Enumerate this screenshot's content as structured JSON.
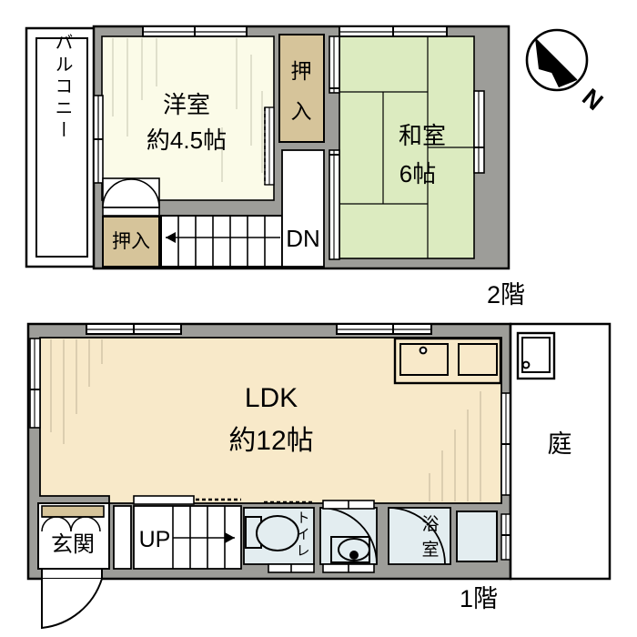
{
  "plan": {
    "title_floor2": "2階",
    "title_floor1": "1階",
    "compass": {
      "label": "N",
      "icon": "compass-north-icon"
    }
  },
  "floor2": {
    "label": "2階",
    "rooms": [
      {
        "id": "balcony",
        "name": "バルコニー",
        "type": "balcony",
        "color": "#ffffff"
      },
      {
        "id": "western-room",
        "name": "洋室",
        "size": "約4.5帖",
        "type": "western",
        "color": "#fbfbe8"
      },
      {
        "id": "japanese-room",
        "name": "和室",
        "size": "6帖",
        "type": "tatami",
        "color": "#dcebc0"
      },
      {
        "id": "closet-upper",
        "name": "押入",
        "type": "closet",
        "color": "#d6c49a"
      },
      {
        "id": "closet-lower",
        "name": "押入",
        "type": "closet",
        "color": "#d6c49a"
      },
      {
        "id": "stairs-down",
        "name": "DN",
        "type": "stairs",
        "direction": "down"
      }
    ]
  },
  "floor1": {
    "label": "1階",
    "rooms": [
      {
        "id": "ldk",
        "name": "LDK",
        "size": "約12帖",
        "type": "living",
        "color": "#f8e9c9"
      },
      {
        "id": "entrance",
        "name": "玄関",
        "type": "entrance",
        "color": "#ffffff"
      },
      {
        "id": "stairs-up",
        "name": "UP",
        "type": "stairs",
        "direction": "up"
      },
      {
        "id": "toilet",
        "name": "トイレ",
        "type": "toilet",
        "color": "#e3edf0"
      },
      {
        "id": "washroom",
        "name": "",
        "type": "washroom",
        "color": "#e3edf0"
      },
      {
        "id": "bathroom",
        "name": "浴室",
        "type": "bath",
        "color": "#e3edf0"
      },
      {
        "id": "garden",
        "name": "庭",
        "type": "garden",
        "color": "#ffffff"
      }
    ],
    "fixtures": [
      {
        "id": "kitchen-sink",
        "name": "sink"
      },
      {
        "id": "kitchen-stove",
        "name": "stove"
      },
      {
        "id": "garden-unit",
        "name": "outdoor-unit"
      },
      {
        "id": "toilet-bowl",
        "name": "toilet-bowl"
      },
      {
        "id": "wash-basin",
        "name": "wash-basin"
      },
      {
        "id": "bath-tub",
        "name": "bath-tub"
      }
    ]
  },
  "colors": {
    "wall": "#9d9d99",
    "tatami": "#dcebc0",
    "western": "#fbfbe8",
    "living": "#f8e9c9",
    "closet": "#d6c49a",
    "water": "#e3edf0",
    "line": "#000000"
  }
}
